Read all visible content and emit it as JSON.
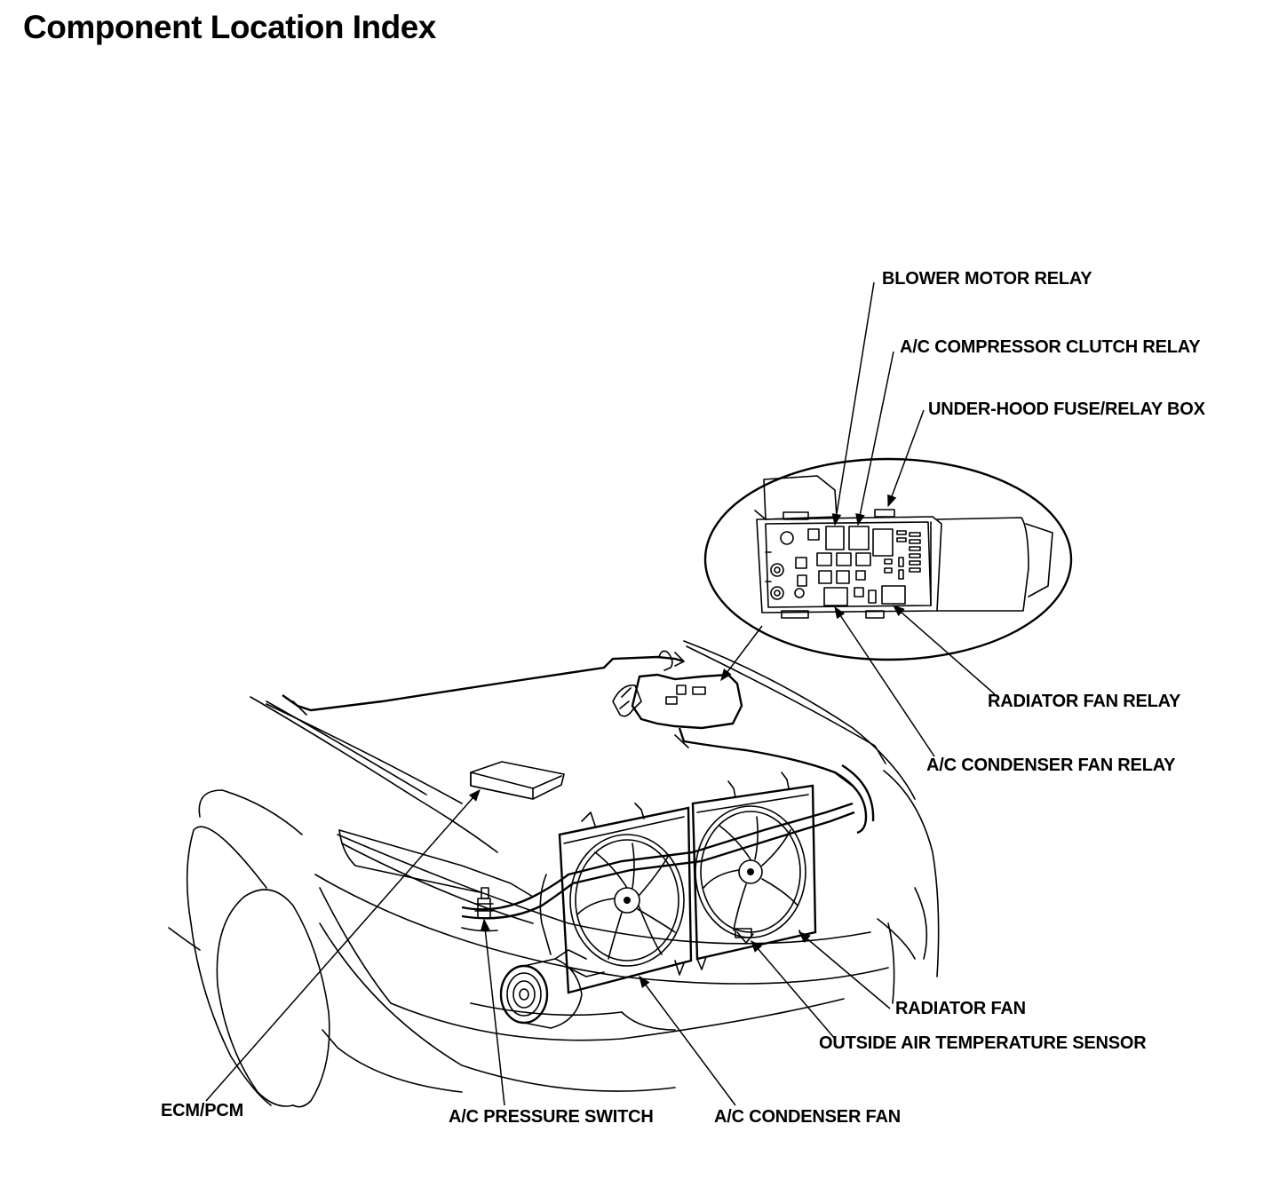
{
  "title": "Component Location Index",
  "labels": {
    "blower_motor_relay": "BLOWER MOTOR RELAY",
    "ac_compressor_clutch_relay": "A/C COMPRESSOR CLUTCH RELAY",
    "under_hood_fuse_relay_box": "UNDER-HOOD FUSE/RELAY BOX",
    "radiator_fan_relay": "RADIATOR FAN RELAY",
    "ac_condenser_fan_relay": "A/C CONDENSER FAN RELAY",
    "radiator_fan": "RADIATOR FAN",
    "outside_air_temperature_sensor": "OUTSIDE AIR TEMPERATURE SENSOR",
    "ecm_pcm": "ECM/PCM",
    "ac_pressure_switch": "A/C PRESSURE SWITCH",
    "ac_condenser_fan": "A/C CONDENSER FAN"
  },
  "colors": {
    "ink": "#000000",
    "paper": "#ffffff"
  }
}
